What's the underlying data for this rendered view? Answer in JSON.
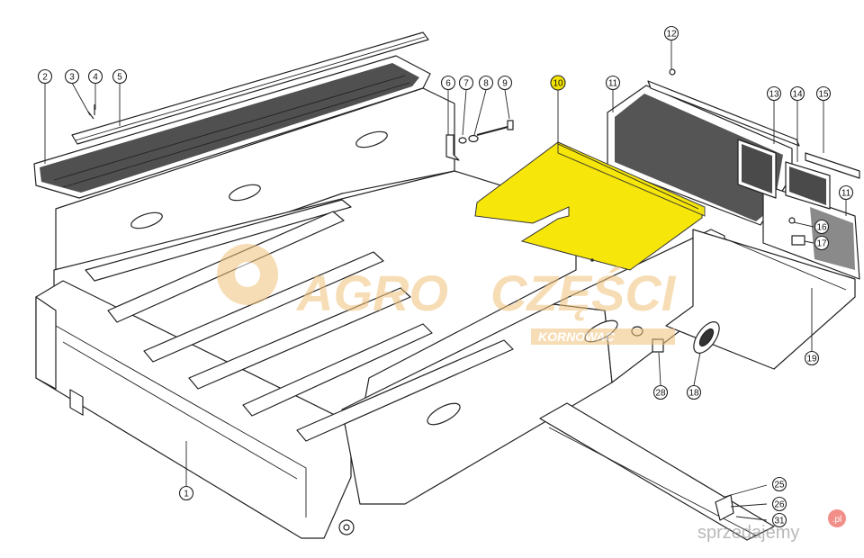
{
  "diagram": {
    "callouts": [
      {
        "id": "c1",
        "label": "1"
      },
      {
        "id": "c2",
        "label": "2"
      },
      {
        "id": "c3",
        "label": "3"
      },
      {
        "id": "c4",
        "label": "4"
      },
      {
        "id": "c5",
        "label": "5"
      },
      {
        "id": "c6",
        "label": "6"
      },
      {
        "id": "c7",
        "label": "7"
      },
      {
        "id": "c8",
        "label": "8"
      },
      {
        "id": "c9",
        "label": "9"
      },
      {
        "id": "c10",
        "label": "10",
        "highlighted": true
      },
      {
        "id": "c11a",
        "label": "11"
      },
      {
        "id": "c11b",
        "label": "11"
      },
      {
        "id": "c12",
        "label": "12"
      },
      {
        "id": "c13",
        "label": "13"
      },
      {
        "id": "c14",
        "label": "14"
      },
      {
        "id": "c15",
        "label": "15"
      },
      {
        "id": "c16",
        "label": "16"
      },
      {
        "id": "c17",
        "label": "17"
      },
      {
        "id": "c18",
        "label": "18"
      },
      {
        "id": "c19",
        "label": "19"
      },
      {
        "id": "c25",
        "label": "25"
      },
      {
        "id": "c26",
        "label": "26"
      },
      {
        "id": "c28",
        "label": "28"
      },
      {
        "id": "c31",
        "label": "31"
      }
    ],
    "highlight_color": "#f7e60a"
  },
  "watermark": {
    "brand_line1": "AGRO",
    "brand_line2": "CZĘŚCI",
    "brand_line3": "KORNOWAC",
    "color": "#f3c98a"
  },
  "badge": {
    "text": "sprzedajemy",
    "suffix": ".pl",
    "accent": "#e8443a"
  }
}
